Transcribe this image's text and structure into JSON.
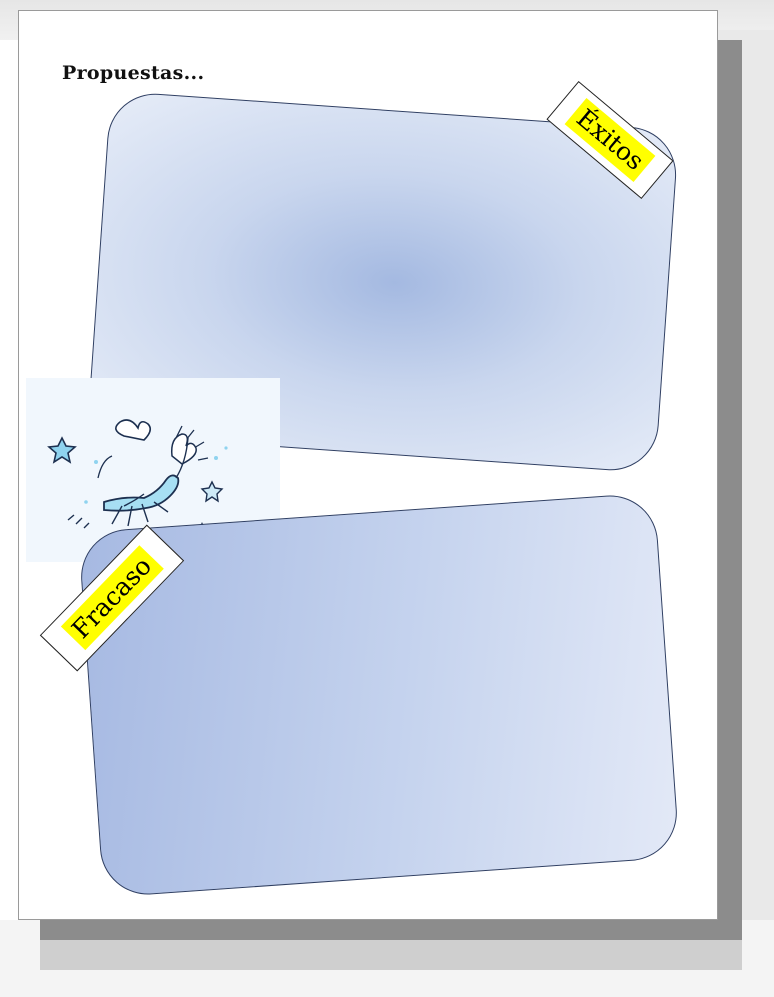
{
  "page": {
    "title": "Propuestas..."
  },
  "cards": {
    "success": {
      "label": "Éxitos",
      "label_color": "#ffff00"
    },
    "failure": {
      "label": "Fracaso",
      "label_color": "#ffff00"
    },
    "fill_color": "#a6b9e2",
    "border_color": "#2f3f63"
  },
  "illustration": {
    "icon": "falling-mosquito-clipart-icon"
  }
}
